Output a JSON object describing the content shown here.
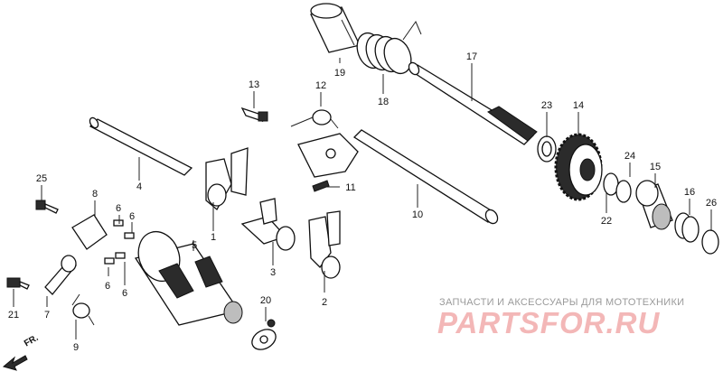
{
  "callouts": [
    {
      "num": "1"
    },
    {
      "num": "2"
    },
    {
      "num": "3"
    },
    {
      "num": "4"
    },
    {
      "num": "5"
    },
    {
      "num": "6"
    },
    {
      "num": "6"
    },
    {
      "num": "6"
    },
    {
      "num": "6"
    },
    {
      "num": "7"
    },
    {
      "num": "9"
    },
    {
      "num": "10"
    },
    {
      "num": "11"
    },
    {
      "num": "12"
    },
    {
      "num": "13"
    },
    {
      "num": "14"
    },
    {
      "num": "15"
    },
    {
      "num": "16"
    },
    {
      "num": "17"
    },
    {
      "num": "18"
    },
    {
      "num": "19"
    },
    {
      "num": "20"
    },
    {
      "num": "21"
    },
    {
      "num": "22"
    },
    {
      "num": "23"
    },
    {
      "num": "24"
    },
    {
      "num": "25"
    },
    {
      "num": "26"
    },
    {
      "num": "8"
    }
  ],
  "watermark": {
    "subtitle": "ЗАПЧАСТИ И АКСЕССУАРЫ ДЛЯ МОТОТЕХНИКИ",
    "logo": "PARTSFOR.RU"
  },
  "direction": {
    "label": "FR."
  }
}
